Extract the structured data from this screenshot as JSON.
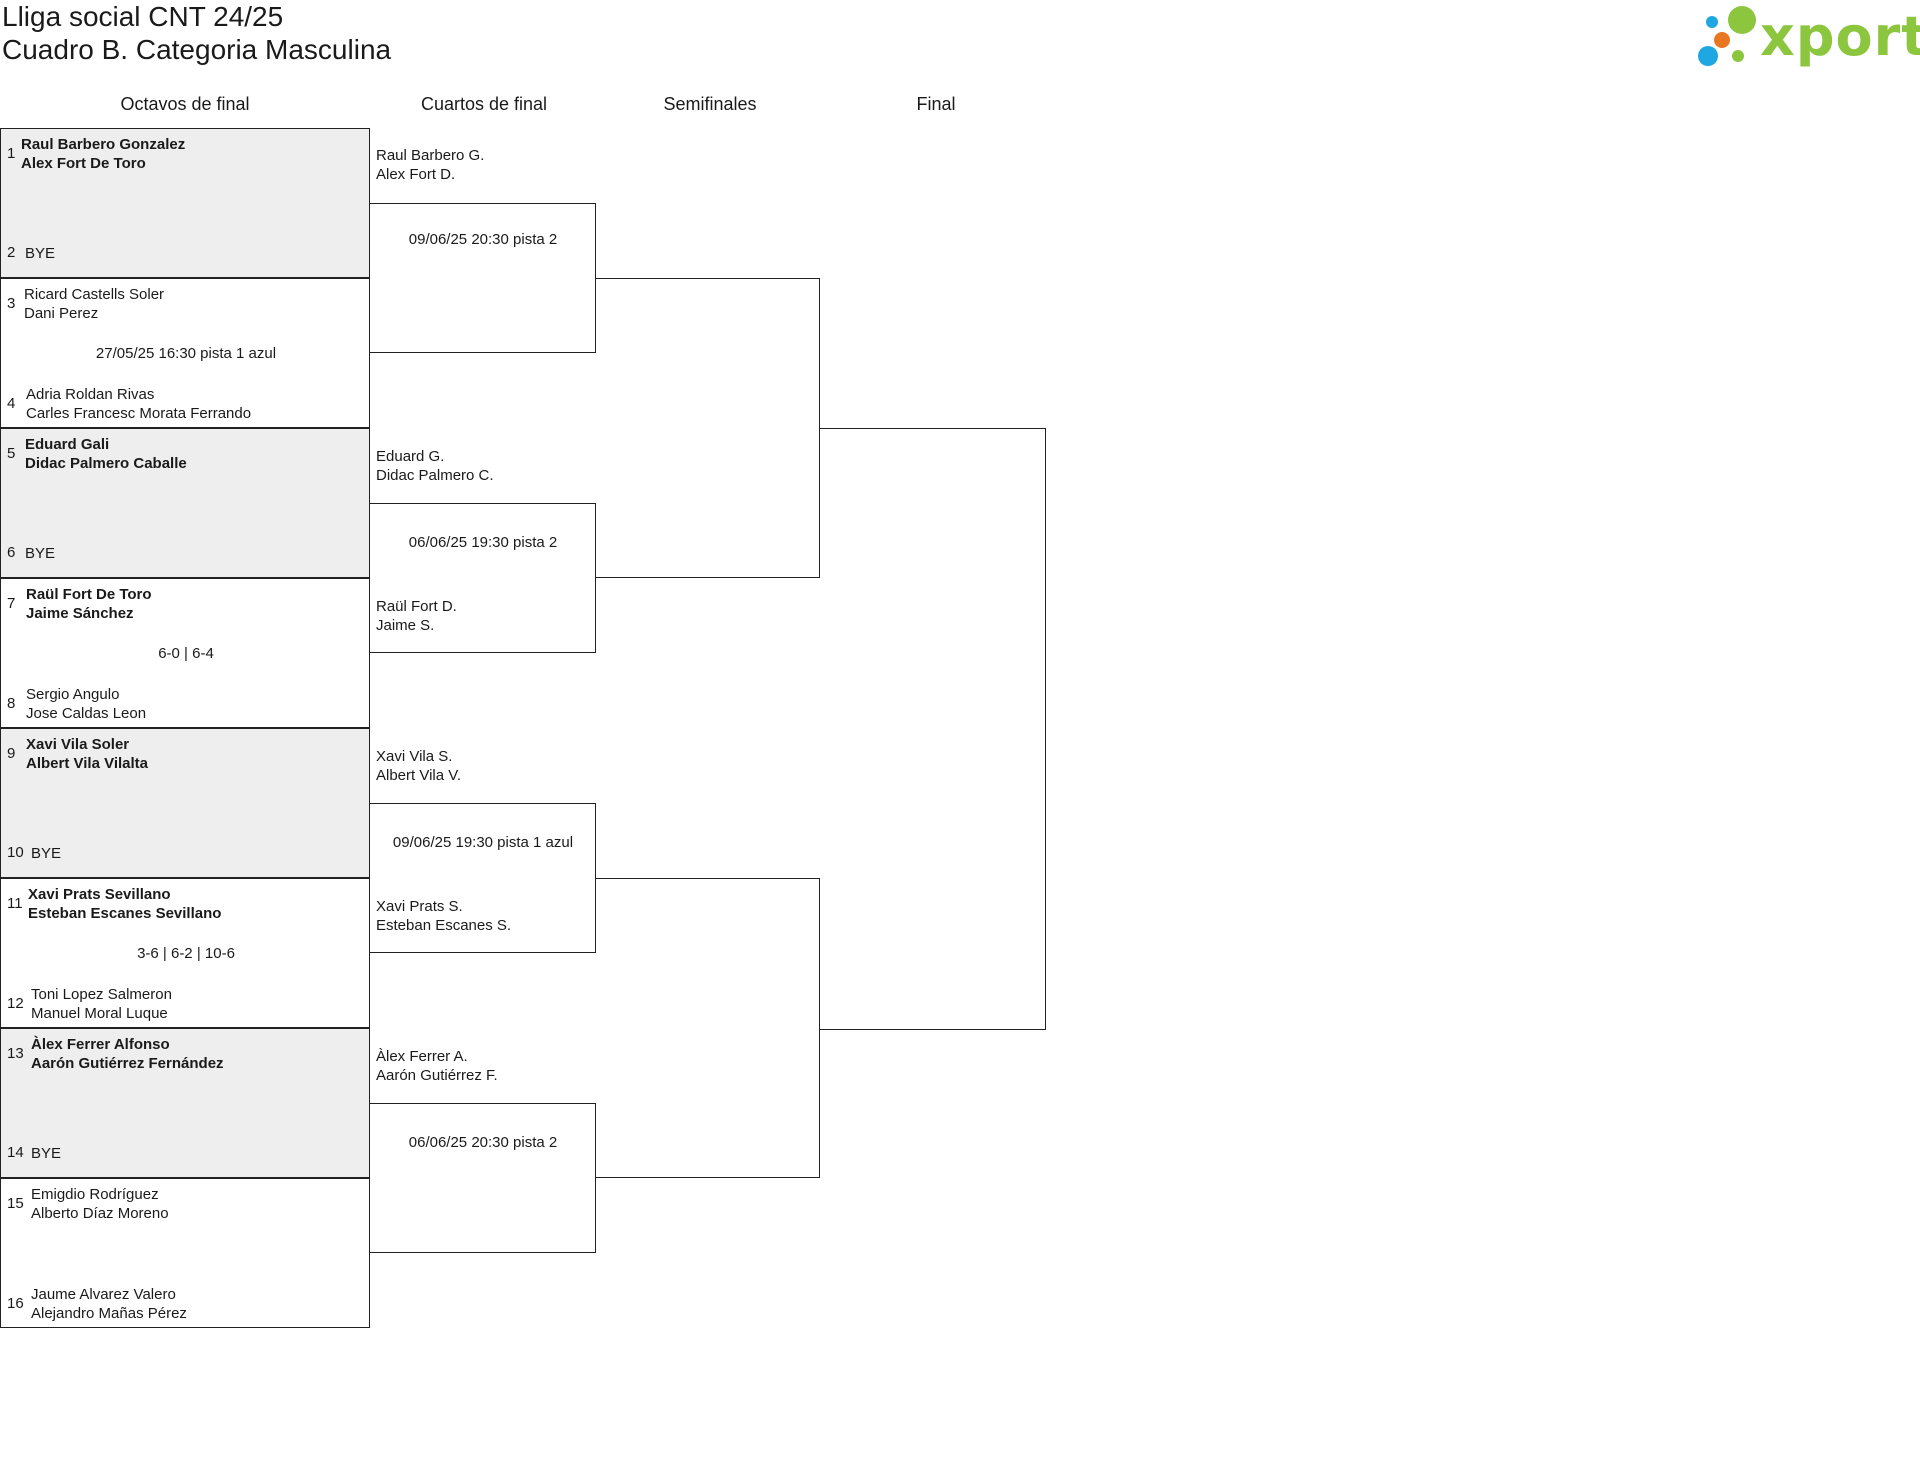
{
  "header": {
    "title": "Lliga social CNT 24/25",
    "subtitle": "Cuadro B. Categoria Masculina"
  },
  "logo": {
    "text": "xporty",
    "colors": [
      "#8cc63f",
      "#e87722",
      "#1ea7e1"
    ]
  },
  "rounds": [
    "Octavos de final",
    "Cuartos de final",
    "Semifinales",
    "Final"
  ],
  "round_of_16": [
    {
      "top_seed": "1",
      "top": [
        "Raul Barbero Gonzalez",
        "Alex Fort De Toro"
      ],
      "bottom_seed": "2",
      "bottom": [
        "BYE"
      ],
      "info": "",
      "winner": "top",
      "shaded": true
    },
    {
      "top_seed": "3",
      "top": [
        "Ricard Castells Soler",
        "Dani Perez"
      ],
      "bottom_seed": "4",
      "bottom": [
        "Adria Roldan Rivas",
        "Carles Francesc Morata Ferrando"
      ],
      "info": "27/05/25 16:30 pista 1 azul",
      "winner": "",
      "shaded": false
    },
    {
      "top_seed": "5",
      "top": [
        "Eduard Gali",
        "Didac Palmero Caballe"
      ],
      "bottom_seed": "6",
      "bottom": [
        "BYE"
      ],
      "info": "",
      "winner": "top",
      "shaded": true
    },
    {
      "top_seed": "7",
      "top": [
        "Raül Fort De Toro",
        "Jaime Sánchez"
      ],
      "bottom_seed": "8",
      "bottom": [
        "Sergio Angulo",
        "Jose Caldas Leon"
      ],
      "info": "6-0 | 6-4",
      "winner": "top",
      "shaded": false
    },
    {
      "top_seed": "9",
      "top": [
        "Xavi Vila Soler",
        "Albert Vila Vilalta"
      ],
      "bottom_seed": "10",
      "bottom": [
        "BYE"
      ],
      "info": "",
      "winner": "top",
      "shaded": true
    },
    {
      "top_seed": "11",
      "top": [
        "Xavi Prats Sevillano",
        "Esteban Escanes Sevillano"
      ],
      "bottom_seed": "12",
      "bottom": [
        "Toni Lopez Salmeron",
        "Manuel Moral Luque"
      ],
      "info": "3-6 | 6-2 | 10-6",
      "winner": "top",
      "shaded": false
    },
    {
      "top_seed": "13",
      "top": [
        "Àlex Ferrer Alfonso",
        "Aarón Gutiérrez Fernández"
      ],
      "bottom_seed": "14",
      "bottom": [
        "BYE"
      ],
      "info": "",
      "winner": "top",
      "shaded": true
    },
    {
      "top_seed": "15",
      "top": [
        "Emigdio Rodríguez",
        "Alberto Díaz Moreno"
      ],
      "bottom_seed": "16",
      "bottom": [
        "Jaume Alvarez Valero",
        "Alejandro Mañas Pérez"
      ],
      "info": "",
      "winner": "",
      "shaded": false
    }
  ],
  "quarterfinals": [
    {
      "top": [
        "Raul Barbero G.",
        "Alex Fort D."
      ],
      "bottom": [],
      "info": "09/06/25 20:30 pista 2"
    },
    {
      "top": [
        "Eduard G.",
        "Didac Palmero C."
      ],
      "bottom": [
        "Raül Fort D.",
        "Jaime S."
      ],
      "info": "06/06/25 19:30 pista 2"
    },
    {
      "top": [
        "Xavi Vila S.",
        "Albert Vila V."
      ],
      "bottom": [
        "Xavi Prats S.",
        "Esteban Escanes S."
      ],
      "info": "09/06/25 19:30 pista 1 azul"
    },
    {
      "top": [
        "Àlex Ferrer A.",
        "Aarón Gutiérrez F."
      ],
      "bottom": [],
      "info": "06/06/25 20:30 pista 2"
    }
  ]
}
